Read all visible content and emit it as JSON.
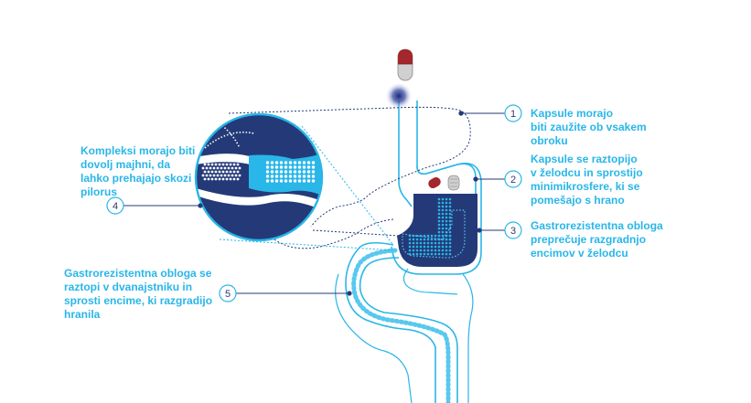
{
  "colors": {
    "navy": "#243a78",
    "cyan": "#29b6e8",
    "light_cyan": "#58c8ee",
    "capsule_red": "#a3272c",
    "capsule_grey": "#c9c9c9",
    "label_text": "#29b6e8"
  },
  "callouts": [
    {
      "number": "1",
      "lines": [
        "Kapsule morajo",
        "biti zaužite ob vsakem",
        "obroku"
      ]
    },
    {
      "number": "2",
      "lines": [
        "Kapsule se raztopijo",
        "v želodcu in sprostijo",
        "minimikrosfere, ki se",
        "pomešajo s hrano"
      ]
    },
    {
      "number": "3",
      "lines": [
        "Gastrorezistentna obloga",
        "preprečuje razgradnjo",
        "encimov v želodcu"
      ]
    },
    {
      "number": "4",
      "lines": [
        "Kompleksi morajo biti",
        "dovolj majhni, da",
        "lahko prehajajo skozi",
        "pilorus"
      ]
    },
    {
      "number": "5",
      "lines": [
        "Gastrorezistentna obloga se",
        "raztopi v dvanajstniku in",
        "sprosti encime, ki razgradijo",
        "hranila"
      ]
    }
  ]
}
